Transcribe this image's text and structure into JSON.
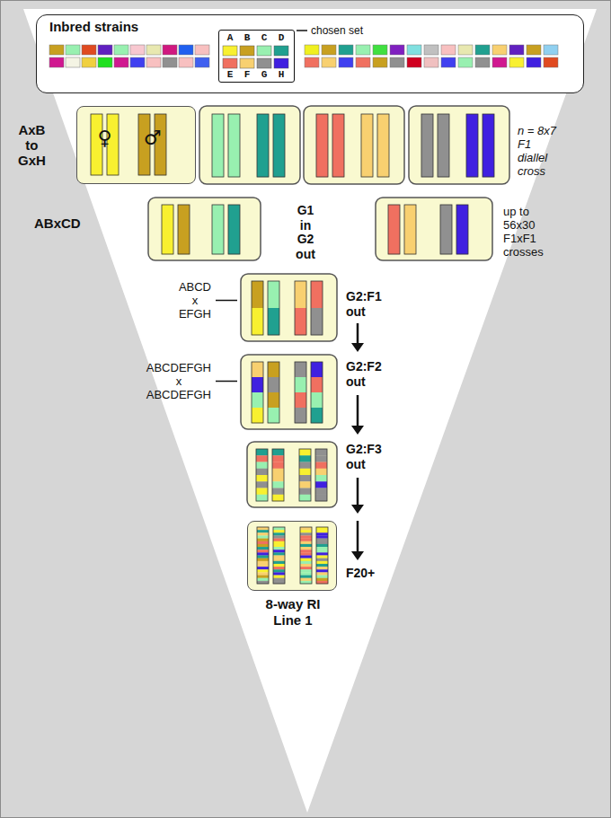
{
  "diagram": {
    "nodes": [
      {
        "text": [
          "Inbred strains",
          "chosen set"
        ]
      },
      {
        "text": [
          "A B C D",
          "E F G H"
        ],
        "in": 0
      },
      {
        "text": [
          "♀",
          "♂"
        ]
      },
      {
        "text": [
          "8-way RI Line 1"
        ]
      }
    ],
    "labels": [
      "AxB to GxH",
      "n = 8x7 F1 diallel cross",
      "ABxCD",
      "G1 in",
      "G2 out",
      "up to 56x30 F1xF1 crosses",
      "ABCD x EFGH",
      "G2:F1 out",
      "ABCDEFGH x ABCDEFGH",
      "G2:F2 out",
      "G2:F3 out",
      "F20+"
    ]
  }
}
